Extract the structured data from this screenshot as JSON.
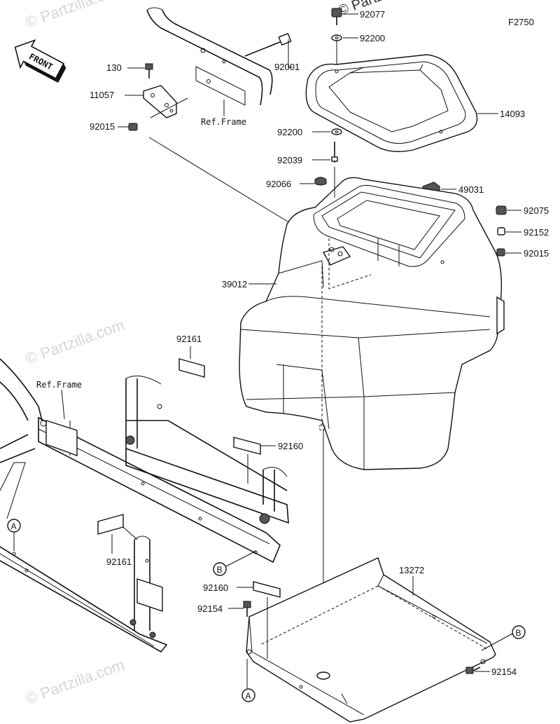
{
  "figure_code": "F2750",
  "front_label": "FRONT",
  "watermark": "© Partzilla.com",
  "watermark_top": "© Partzilla",
  "ref_frame_label": "Ref.Frame",
  "callout_a": "A",
  "callout_b": "B",
  "parts": {
    "p92077": "92077",
    "p92200_top": "92200",
    "p92001": "92001",
    "p130": "130",
    "p11057": "11057",
    "p92015_left": "92015",
    "p14093": "14093",
    "p92200_mid": "92200",
    "p92039": "92039",
    "p92066": "92066",
    "p49031": "49031",
    "p92075": "92075",
    "p92152": "92152",
    "p92015_right": "92015",
    "p39012": "39012",
    "p92161_top": "92161",
    "p92160_mid": "92160",
    "p92161_bottom": "92161",
    "p13272": "13272",
    "p92160_bottom": "92160",
    "p92154_left": "92154",
    "p92154_right": "92154"
  }
}
